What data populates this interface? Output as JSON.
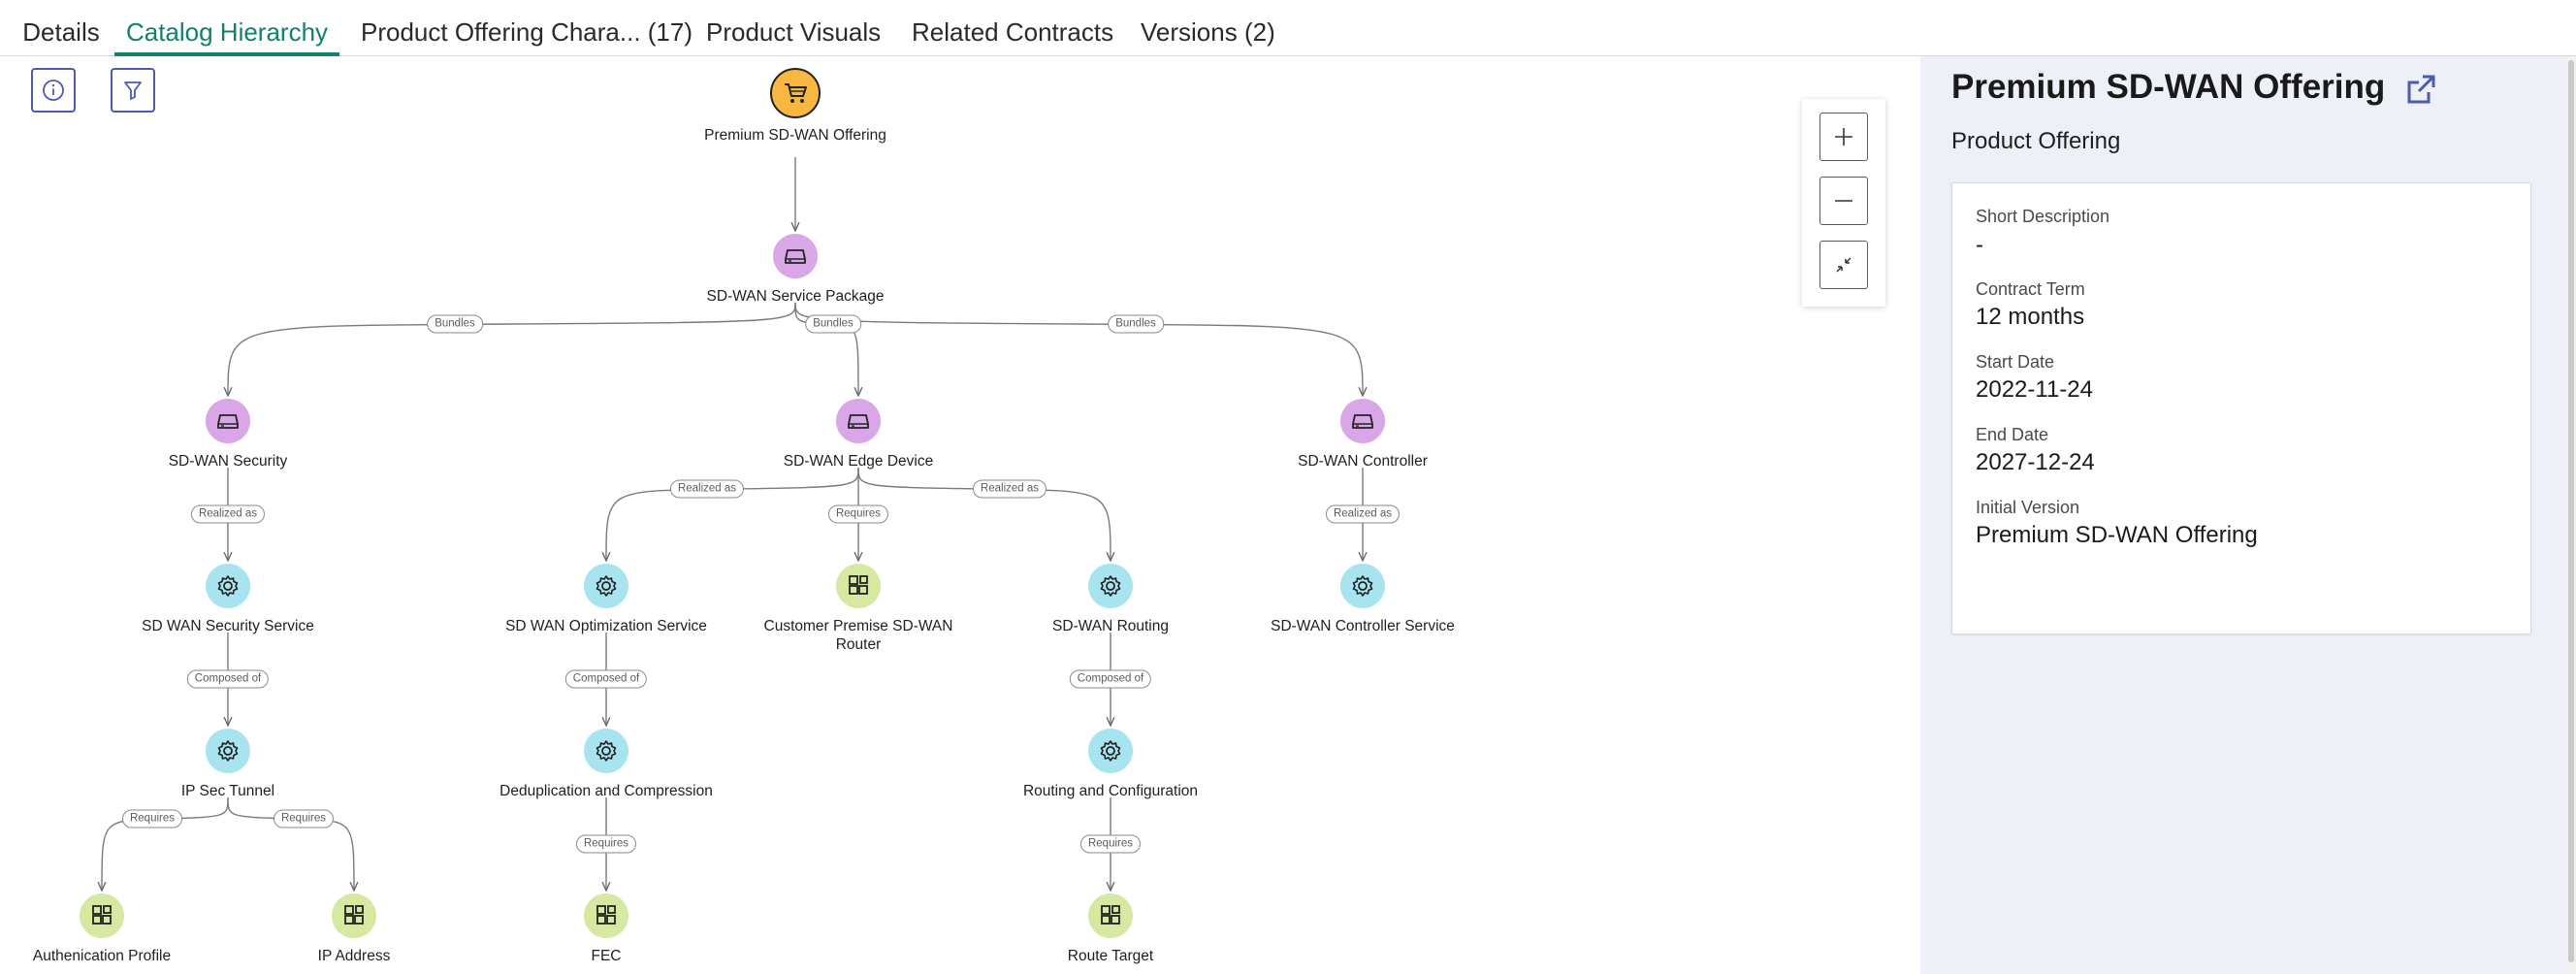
{
  "tabs": [
    {
      "label": "Details",
      "active": false
    },
    {
      "label": "Catalog Hierarchy",
      "active": true
    },
    {
      "label": "Product Offering Chara... (17)",
      "active": false
    },
    {
      "label": "Product Visuals",
      "active": false
    },
    {
      "label": "Related Contracts",
      "active": false
    },
    {
      "label": "Versions (2)",
      "active": false
    }
  ],
  "toolbar": {
    "info_icon": "info-icon",
    "filter_icon": "filter-icon"
  },
  "zoom": {
    "zoom_in_icon": "plus-icon",
    "zoom_out_icon": "minus-icon",
    "fit_icon": "collapse-icon"
  },
  "colors": {
    "accent": "#11806d",
    "offering": "#f7b740",
    "product": "#d9a6e8",
    "service": "#a8e4ef",
    "resource": "#d7e8a0",
    "panel_bg": "#eef0f8"
  },
  "graph": {
    "nodes": [
      {
        "id": "n0",
        "label": "Premium SD-WAN Offering",
        "kind": "offering"
      },
      {
        "id": "n1",
        "label": "SD-WAN Service Package",
        "kind": "product"
      },
      {
        "id": "n2",
        "label": "SD-WAN Security",
        "kind": "product"
      },
      {
        "id": "n3",
        "label": "SD-WAN Edge Device",
        "kind": "product"
      },
      {
        "id": "n4",
        "label": "SD-WAN Controller",
        "kind": "product"
      },
      {
        "id": "n5",
        "label": "SD WAN Security Service",
        "kind": "service"
      },
      {
        "id": "n6",
        "label": "SD WAN Optimization Service",
        "kind": "service"
      },
      {
        "id": "n7",
        "label": "Customer Premise SD-WAN Router",
        "kind": "resource"
      },
      {
        "id": "n8",
        "label": "SD-WAN Routing",
        "kind": "service"
      },
      {
        "id": "n9",
        "label": "SD-WAN Controller Service",
        "kind": "service"
      },
      {
        "id": "n10",
        "label": "IP Sec Tunnel",
        "kind": "service"
      },
      {
        "id": "n11",
        "label": "Deduplication and Compression",
        "kind": "service"
      },
      {
        "id": "n12",
        "label": "Routing and Configuration",
        "kind": "service"
      },
      {
        "id": "n13",
        "label": "Authenication Profile",
        "kind": "resource"
      },
      {
        "id": "n14",
        "label": "IP Address",
        "kind": "resource"
      },
      {
        "id": "n15",
        "label": "FEC",
        "kind": "resource"
      },
      {
        "id": "n16",
        "label": "Route Target",
        "kind": "resource"
      }
    ],
    "edges": [
      {
        "from": "n0",
        "to": "n1",
        "label": ""
      },
      {
        "from": "n1",
        "to": "n2",
        "label": "Bundles"
      },
      {
        "from": "n1",
        "to": "n3",
        "label": "Bundles"
      },
      {
        "from": "n1",
        "to": "n4",
        "label": "Bundles"
      },
      {
        "from": "n2",
        "to": "n5",
        "label": "Realized as"
      },
      {
        "from": "n3",
        "to": "n6",
        "label": "Realized as"
      },
      {
        "from": "n3",
        "to": "n7",
        "label": "Requires"
      },
      {
        "from": "n3",
        "to": "n8",
        "label": "Realized as"
      },
      {
        "from": "n4",
        "to": "n9",
        "label": "Realized as"
      },
      {
        "from": "n5",
        "to": "n10",
        "label": "Composed of"
      },
      {
        "from": "n6",
        "to": "n11",
        "label": "Composed of"
      },
      {
        "from": "n8",
        "to": "n12",
        "label": "Composed of"
      },
      {
        "from": "n10",
        "to": "n13",
        "label": "Requires"
      },
      {
        "from": "n10",
        "to": "n14",
        "label": "Requires"
      },
      {
        "from": "n11",
        "to": "n15",
        "label": "Requires"
      },
      {
        "from": "n12",
        "to": "n16",
        "label": "Requires"
      }
    ]
  },
  "panel": {
    "title": "Premium SD-WAN Offering",
    "subtitle": "Product Offering",
    "link_icon": "external-link-icon",
    "fields": [
      {
        "label": "Short Description",
        "value": "-"
      },
      {
        "label": "Contract Term",
        "value": "12 months"
      },
      {
        "label": "Start Date",
        "value": "2022-11-24"
      },
      {
        "label": "End Date",
        "value": "2027-12-24"
      },
      {
        "label": "Initial Version",
        "value": "Premium SD-WAN Offering"
      }
    ]
  }
}
